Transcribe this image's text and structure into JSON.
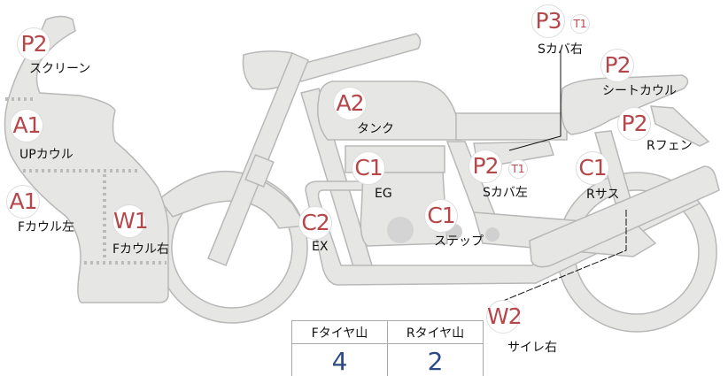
{
  "colors": {
    "code": "#b5474b",
    "value": "#2c4a85",
    "part_fill": "#e6e6e4",
    "part_stroke": "#b8b8b8"
  },
  "parts": [
    {
      "code": "P2",
      "name": "スクリーン"
    },
    {
      "code": "A1",
      "name": "UPカウル"
    },
    {
      "code": "A1",
      "name": "Fカウル左"
    },
    {
      "code": "W1",
      "name": "Fカウル右"
    },
    {
      "code": "A2",
      "name": "タンク"
    },
    {
      "code": "C1",
      "name": "EG"
    },
    {
      "code": "C2",
      "name": "EX"
    },
    {
      "code": "C1",
      "name": "ステップ"
    },
    {
      "code": "P3",
      "tag": "T1",
      "name": "Sカバ右"
    },
    {
      "code": "P2",
      "name": "シートカウル"
    },
    {
      "code": "P2",
      "name": "Rフェン"
    },
    {
      "code": "P2",
      "tag": "T1",
      "name": "Sカバ左"
    },
    {
      "code": "C1",
      "name": "Rサス"
    },
    {
      "code": "W2",
      "name": "サイレ右"
    }
  ],
  "tires": {
    "headers": [
      "Fタイヤ山",
      "Rタイヤ山"
    ],
    "values": [
      "4",
      "2"
    ]
  }
}
